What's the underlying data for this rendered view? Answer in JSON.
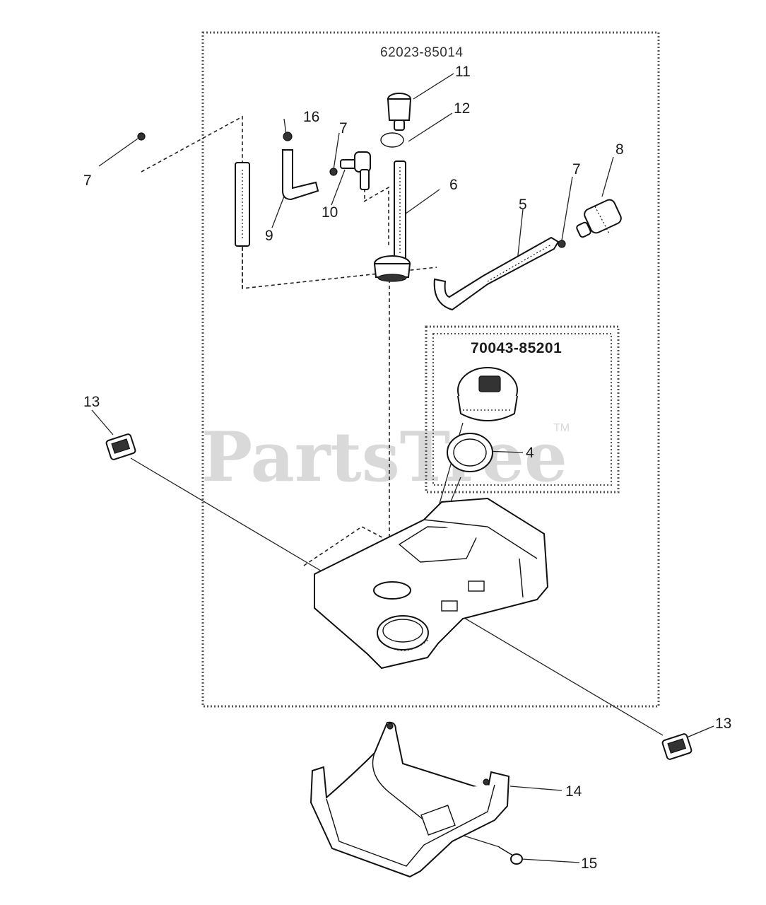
{
  "watermark": {
    "text": "PartsTree",
    "tm": "TM"
  },
  "assembly": {
    "part_number": "62023-85014"
  },
  "kit": {
    "part_number": "70043-85201"
  },
  "callouts": [
    {
      "id": "c-7a",
      "label": "7"
    },
    {
      "id": "c-16",
      "label": "16"
    },
    {
      "id": "c-7b",
      "label": "7"
    },
    {
      "id": "c-11",
      "label": "11"
    },
    {
      "id": "c-12",
      "label": "12"
    },
    {
      "id": "c-8",
      "label": "8"
    },
    {
      "id": "c-7c",
      "label": "7"
    },
    {
      "id": "c-6",
      "label": "6"
    },
    {
      "id": "c-5",
      "label": "5"
    },
    {
      "id": "c-9",
      "label": "9"
    },
    {
      "id": "c-10",
      "label": "10"
    },
    {
      "id": "c-4",
      "label": "4"
    },
    {
      "id": "c-13a",
      "label": "13"
    },
    {
      "id": "c-13b",
      "label": "13"
    },
    {
      "id": "c-14",
      "label": "14"
    },
    {
      "id": "c-15",
      "label": "15"
    }
  ]
}
